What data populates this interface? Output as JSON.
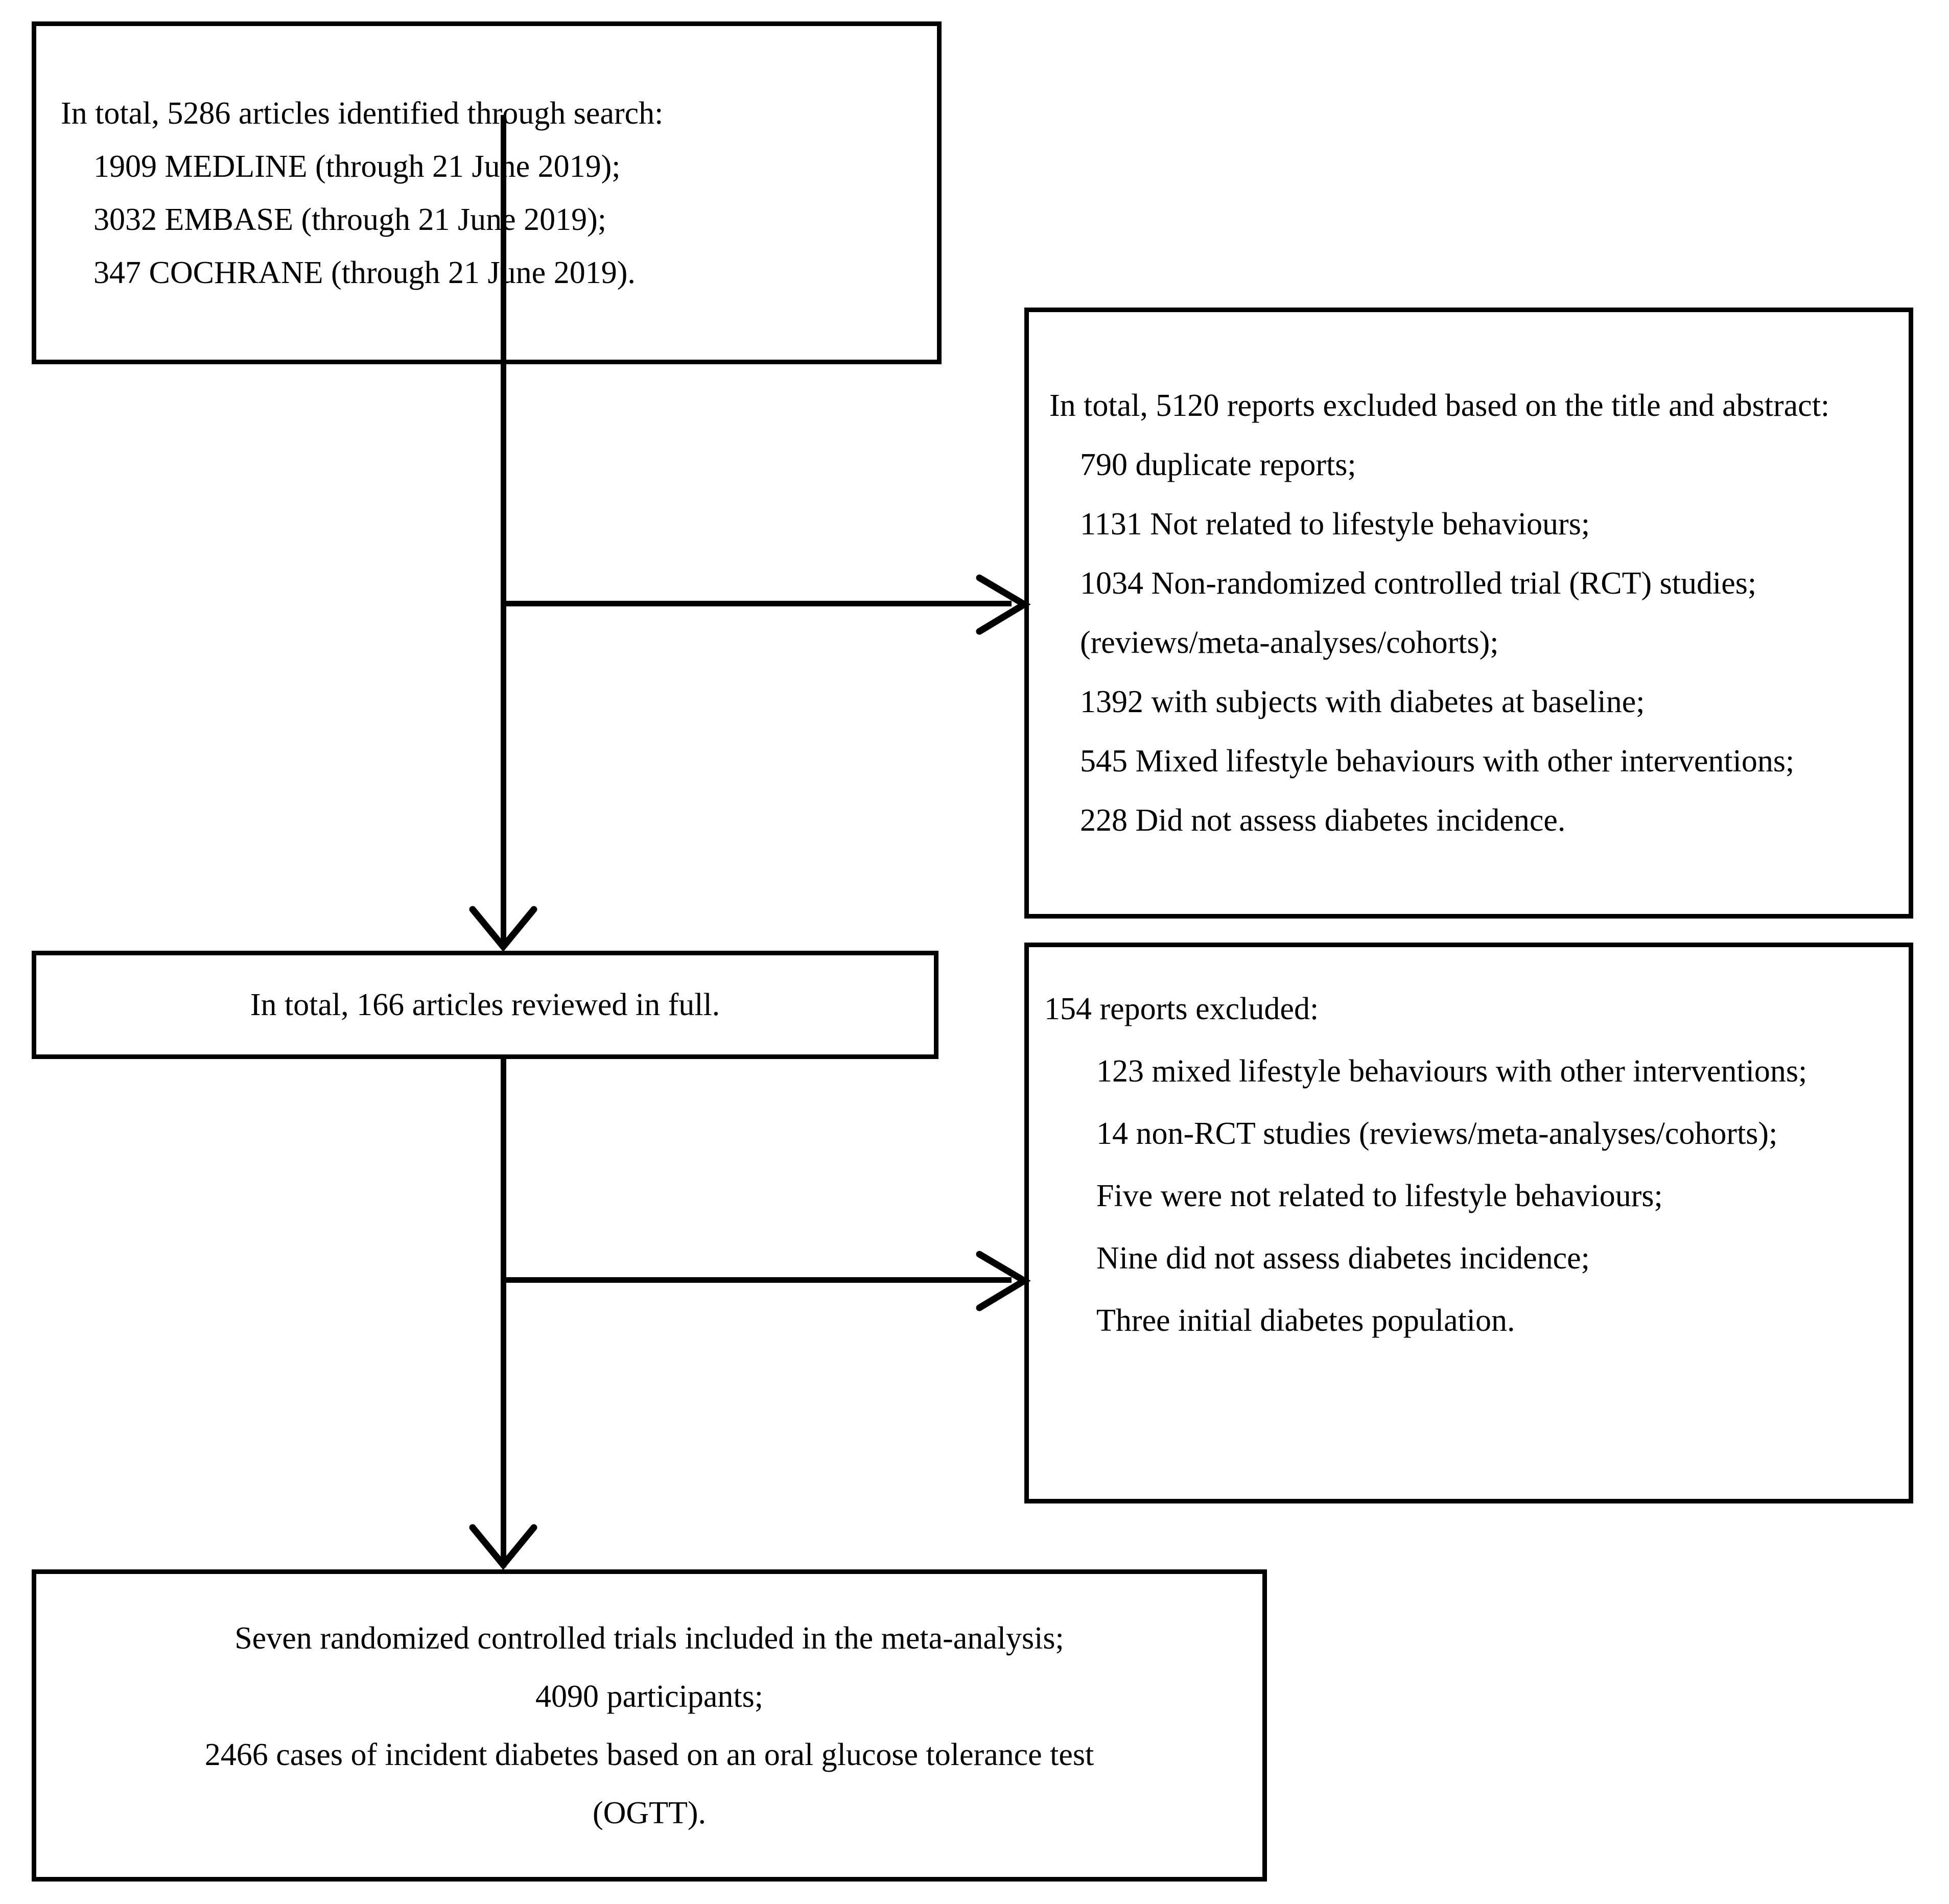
{
  "diagram": {
    "title": "PRISMA study selection flow diagram",
    "boxes": {
      "identification": {
        "lines": [
          "In total, 5286 articles identified through search:",
          "1909 MEDLINE (through 21 June 2019);",
          "3032 EMBASE (through 21 June 2019);",
          "347 COCHRANE (through 21 June 2019)."
        ]
      },
      "excluded_title_abstract": {
        "lines": [
          "In total, 5120 reports excluded based on the title and abstract:",
          "790 duplicate reports;",
          "1131 Not related to lifestyle behaviours;",
          "1034 Non-randomized controlled trial (RCT) studies;",
          "(reviews/meta-analyses/cohorts);",
          "1392 with subjects with diabetes at baseline;",
          "545 Mixed lifestyle behaviours with other interventions;",
          "228 Did not assess diabetes incidence."
        ]
      },
      "reviewed_full": {
        "lines": [
          "In total, 166 articles reviewed in full."
        ]
      },
      "excluded_fulltext": {
        "lines": [
          "154 reports excluded:",
          "123 mixed lifestyle behaviours with other interventions;",
          "14 non-RCT studies (reviews/meta-analyses/cohorts);",
          "Five were not related to lifestyle behaviours;",
          "Nine did not assess diabetes incidence;",
          "Three initial diabetes population."
        ]
      },
      "included": {
        "lines": [
          "Seven randomized controlled trials included in the meta-analysis;",
          "4090 participants;",
          "2466 cases of incident diabetes based on an oral glucose tolerance test",
          "(OGTT)."
        ]
      }
    },
    "colors": {
      "border": "#000000",
      "background": "#ffffff",
      "text": "#000000"
    }
  }
}
